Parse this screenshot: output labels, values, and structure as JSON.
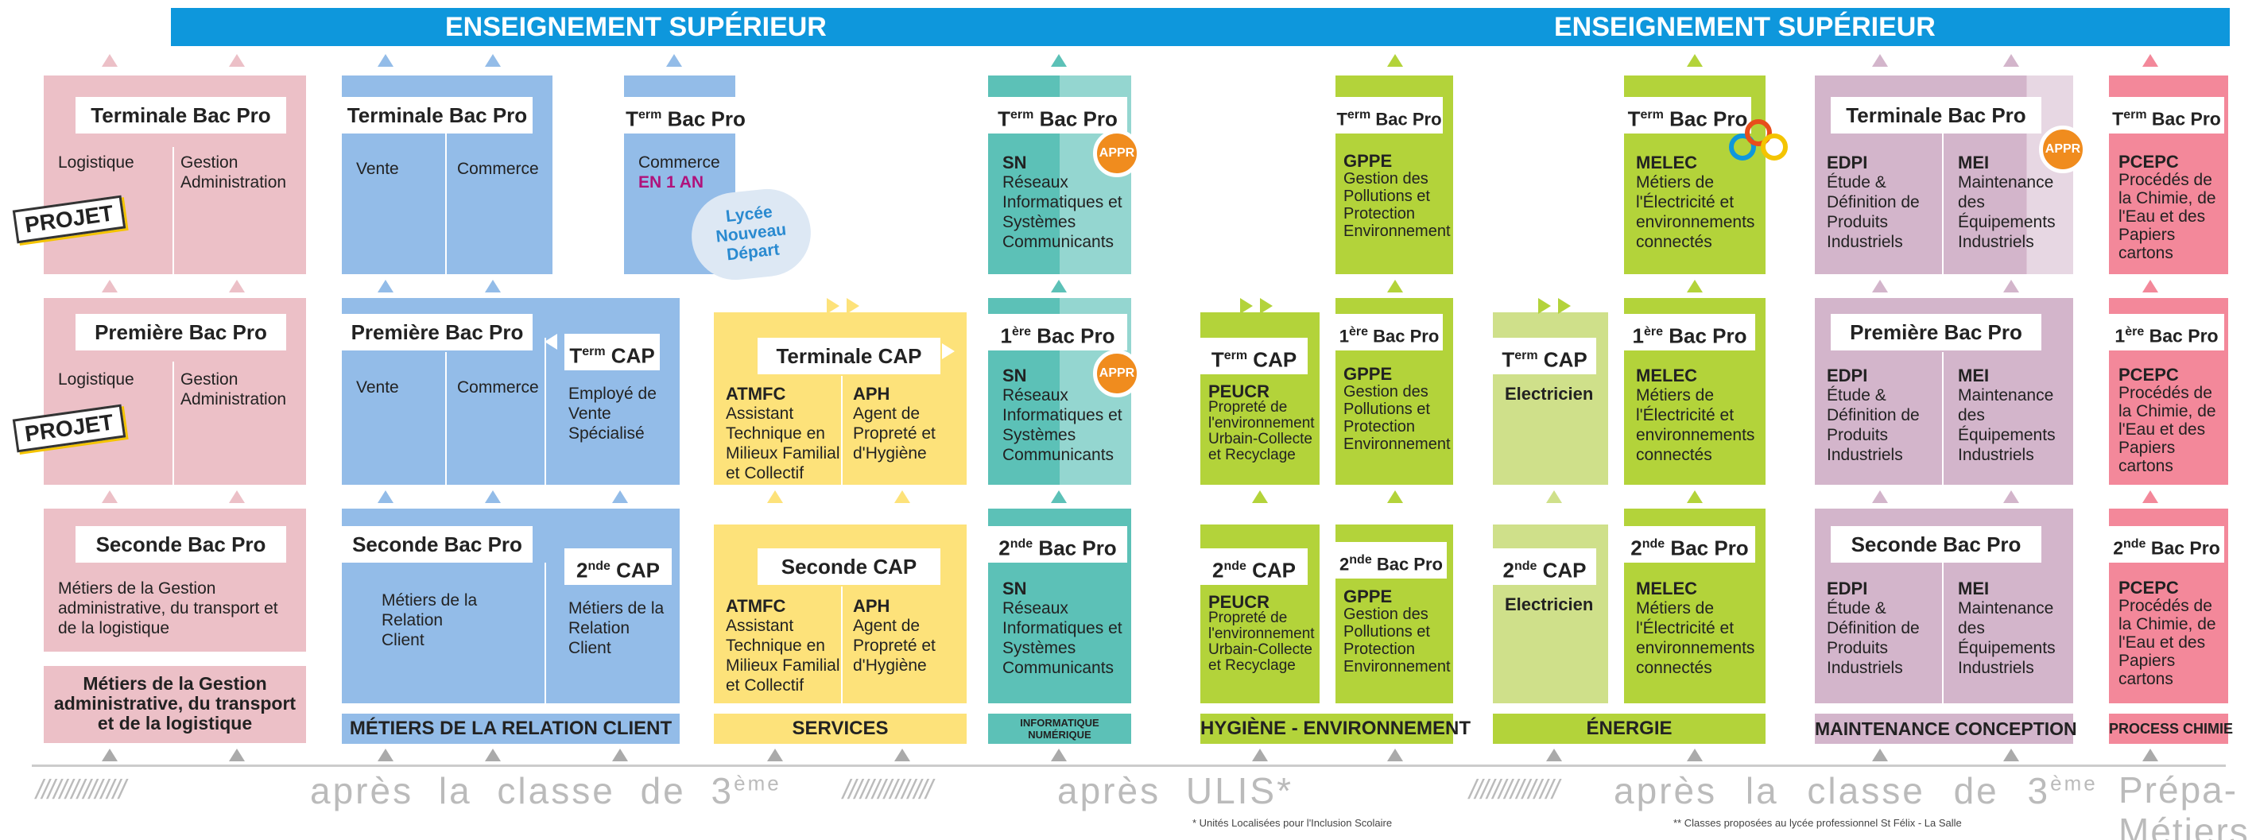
{
  "banner": {
    "left": "ENSEIGNEMENT SUPÉRIEUR",
    "right": "ENSEIGNEMENT SUPÉRIEUR"
  },
  "colors": {
    "pink": "#ecc0c7",
    "blue": "#93bce8",
    "yellow": "#fde27a",
    "teal": "#5cc1b7",
    "teal_light": "#94d6d0",
    "green": "#b3d33a",
    "green_light": "#cfe08a",
    "mauve": "#d3b5cb",
    "mauve_light": "#e7d7e3",
    "red": "#f3889a",
    "banner": "#0e97dc"
  },
  "logistique": {
    "terminale": {
      "title": "Terminale Bac Pro",
      "left": "Logistique",
      "right": "Gestion Administration"
    },
    "premiere": {
      "title": "Première Bac Pro",
      "left": "Logistique",
      "right": "Gestion Administration"
    },
    "seconde": {
      "title": "Seconde Bac Pro",
      "text": "Métiers de la Gestion administrative, du transport et de la logistique"
    },
    "bar": "Métiers de la Gestion administrative, du transport et de la logistique",
    "projet": "PROJET"
  },
  "relation": {
    "terminale": {
      "title": "Terminale Bac Pro",
      "left": "Vente",
      "right": "Commerce"
    },
    "terminale_1an": {
      "title_main": "T",
      "title_sup": "erm",
      "title_rest": " Bac Pro",
      "text": "Commerce",
      "highlight": "EN 1 AN"
    },
    "cloud": "Lycée Nouveau Départ",
    "premiere": {
      "title": "Première Bac Pro",
      "left": "Vente",
      "right": "Commerce"
    },
    "tcap": {
      "title_main": "T",
      "title_sup": "erm",
      "title_rest": " CAP",
      "text": "Employé de Vente Spécialisé"
    },
    "seconde": {
      "title": "Seconde Bac Pro",
      "text": "Métiers de la Relation Client"
    },
    "scap": {
      "title_main": "2",
      "title_sup": "nde",
      "title_rest": " CAP",
      "text": "Métiers de la Relation Client"
    },
    "bar": "MÉTIERS DE LA RELATION CLIENT"
  },
  "services": {
    "terminale": {
      "title": "Terminale CAP",
      "left_code": "ATMFC",
      "left": "Assistant Technique en Milieux Familial et Collectif",
      "right_code": "APH",
      "right": "Agent de Propreté et d'Hygiène"
    },
    "seconde": {
      "title": "Seconde CAP",
      "left_code": "ATMFC",
      "left": "Assistant Technique en Milieux Familial et Collectif",
      "right_code": "APH",
      "right": "Agent de Propreté et d'Hygiène"
    },
    "bar": "SERVICES"
  },
  "info": {
    "terminale": {
      "title_main": "T",
      "title_sup": "erm",
      "title_rest": " Bac Pro",
      "code": "SN",
      "text": "Réseaux Informatiques et Systèmes Communicants"
    },
    "premiere": {
      "title_main": "1",
      "title_sup": "ère",
      "title_rest": " Bac Pro",
      "code": "SN",
      "text": "Réseaux Informatiques et Systèmes Communicants"
    },
    "seconde": {
      "title_main": "2",
      "title_sup": "nde",
      "title_rest": " Bac Pro",
      "code": "SN",
      "text": "Réseaux Informatiques et Systèmes Communicants"
    },
    "bar": "INFORMATIQUE NUMÉRIQUE",
    "appr": "APPR"
  },
  "hygiene": {
    "terminale": {
      "title_main": "T",
      "title_sup": "erm",
      "title_rest": " Bac Pro",
      "code": "GPPE",
      "text": "Gestion des Pollutions et Protection Environnement"
    },
    "tcap": {
      "title_main": "T",
      "title_sup": "erm",
      "title_rest": " CAP",
      "code": "PEUCR",
      "text": "Propreté de l'environnement Urbain-Collecte et Recyclage"
    },
    "premiere": {
      "title_main": "1",
      "title_sup": "ère",
      "title_rest": " Bac Pro",
      "code": "GPPE",
      "text": "Gestion des Pollutions et Protection Environnement"
    },
    "scap": {
      "title_main": "2",
      "title_sup": "nde",
      "title_rest": " CAP",
      "code": "PEUCR",
      "text": "Propreté de l'environnement Urbain-Collecte et Recyclage"
    },
    "seconde": {
      "title_main": "2",
      "title_sup": "nde",
      "title_rest": " Bac Pro",
      "code": "GPPE",
      "text": "Gestion des Pollutions et Protection Environnement"
    },
    "bar": "HYGIÈNE - ENVIRONNEMENT"
  },
  "energie": {
    "terminale": {
      "title_main": "T",
      "title_sup": "erm",
      "title_rest": " Bac Pro",
      "code": "MELEC",
      "text": "Métiers de l'Électricité et environnements connectés"
    },
    "tcap": {
      "title_main": "T",
      "title_sup": "erm",
      "title_rest": " CAP",
      "code": "Electricien"
    },
    "premiere": {
      "title_main": "1",
      "title_sup": "ère",
      "title_rest": " Bac Pro",
      "code": "MELEC",
      "text": "Métiers de l'Électricité et environnements connectés"
    },
    "scap": {
      "title_main": "2",
      "title_sup": "nde",
      "title_rest": " CAP",
      "code": "Electricien"
    },
    "seconde": {
      "title_main": "2",
      "title_sup": "nde",
      "title_rest": " Bac Pro",
      "code": "MELEC",
      "text": "Métiers de l'Électricité et environnements connectés"
    },
    "bar": "ÉNERGIE"
  },
  "maintenance": {
    "terminale": {
      "title": "Terminale Bac Pro",
      "left_code": "EDPI",
      "left": "Étude & Définition de Produits Industriels",
      "right_code": "MEI",
      "right": "Maintenance des Équipements Industriels"
    },
    "premiere": {
      "title": "Première Bac Pro",
      "left_code": "EDPI",
      "left": "Étude & Définition de Produits Industriels",
      "right_code": "MEI",
      "right": "Maintenance des Équipements Industriels"
    },
    "seconde": {
      "title": "Seconde Bac Pro",
      "left_code": "EDPI",
      "left": "Étude & Définition de Produits Industriels",
      "right_code": "MEI",
      "right": "Maintenance des Équipements Industriels"
    },
    "bar": "MAINTENANCE CONCEPTION"
  },
  "chimie": {
    "terminale": {
      "title_main": "T",
      "title_sup": "erm",
      "title_rest": " Bac Pro",
      "code": "PCEPC",
      "text": "Procédés de la Chimie, de l'Eau et des Papiers cartons"
    },
    "premiere": {
      "title_main": "1",
      "title_sup": "ère",
      "title_rest": " Bac Pro",
      "code": "PCEPC",
      "text": "Procédés de la Chimie, de l'Eau et des Papiers cartons"
    },
    "seconde": {
      "title_main": "2",
      "title_sup": "nde",
      "title_rest": " Bac Pro",
      "code": "PCEPC",
      "text": "Procédés de la Chimie, de l'Eau et des Papiers cartons"
    },
    "bar": "PROCESS CHIMIE"
  },
  "bottom": {
    "slashes1": "///////////////",
    "apres1_main": "après la classe de 3",
    "apres1_sup": "ème",
    "slashes2": "///////////////",
    "apres_ulis": "après ULIS*",
    "slashes3": "///////////////",
    "apres2_main": "après la classe de 3",
    "apres2_sup": "ème",
    "prepa": "Prépa-Métiers",
    "note_ulis": "* Unités Localisées pour l'Inclusion Scolaire",
    "note_classes": "** Classes proposées au lycée professionnel St Félix - La Salle"
  }
}
